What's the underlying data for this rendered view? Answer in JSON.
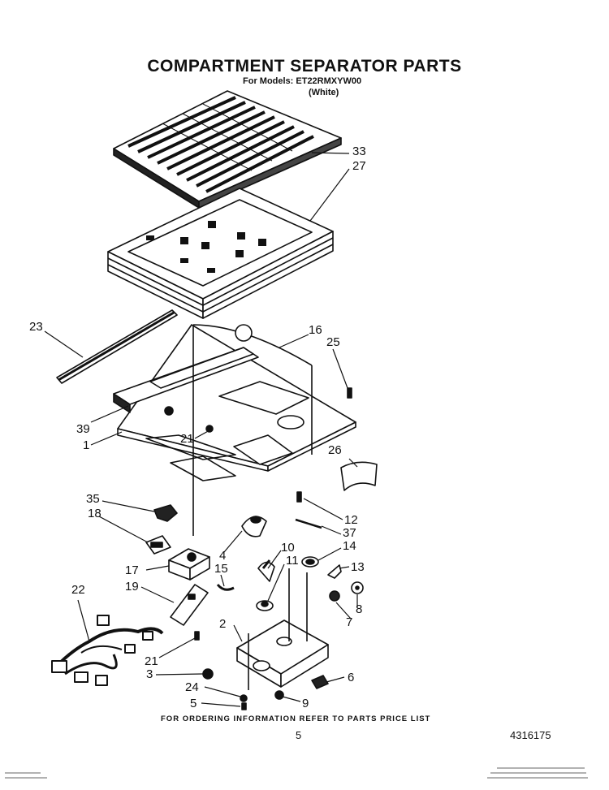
{
  "header": {
    "title": "COMPARTMENT SEPARATOR PARTS",
    "models_label": "For Models: ET22RMXYW00",
    "color": "(White)"
  },
  "callouts": [
    {
      "id": "c33",
      "text": "33"
    },
    {
      "id": "c27",
      "text": "27"
    },
    {
      "id": "c23",
      "text": "23"
    },
    {
      "id": "c16",
      "text": "16"
    },
    {
      "id": "c25",
      "text": "25"
    },
    {
      "id": "c39",
      "text": "39"
    },
    {
      "id": "c21a",
      "text": "21"
    },
    {
      "id": "c1",
      "text": "1"
    },
    {
      "id": "c26",
      "text": "26"
    },
    {
      "id": "c35",
      "text": "35"
    },
    {
      "id": "c18",
      "text": "18"
    },
    {
      "id": "c12",
      "text": "12"
    },
    {
      "id": "c37",
      "text": "37"
    },
    {
      "id": "c4",
      "text": "4"
    },
    {
      "id": "c10",
      "text": "10"
    },
    {
      "id": "c14",
      "text": "14"
    },
    {
      "id": "c15",
      "text": "15"
    },
    {
      "id": "c11",
      "text": "11"
    },
    {
      "id": "c13",
      "text": "13"
    },
    {
      "id": "c17",
      "text": "17"
    },
    {
      "id": "c19",
      "text": "19"
    },
    {
      "id": "c22",
      "text": "22"
    },
    {
      "id": "c8",
      "text": "8"
    },
    {
      "id": "c7",
      "text": "7"
    },
    {
      "id": "c2",
      "text": "2"
    },
    {
      "id": "c21b",
      "text": "21"
    },
    {
      "id": "c3",
      "text": "3"
    },
    {
      "id": "c6",
      "text": "6"
    },
    {
      "id": "c24",
      "text": "24"
    },
    {
      "id": "c5",
      "text": "5"
    },
    {
      "id": "c9",
      "text": "9"
    }
  ],
  "footer": {
    "ordering_note": "FOR ORDERING INFORMATION REFER TO PARTS PRICE LIST",
    "page_number": "5",
    "doc_number": "4316175"
  },
  "colors": {
    "ink": "#111111",
    "paper": "#ffffff"
  }
}
